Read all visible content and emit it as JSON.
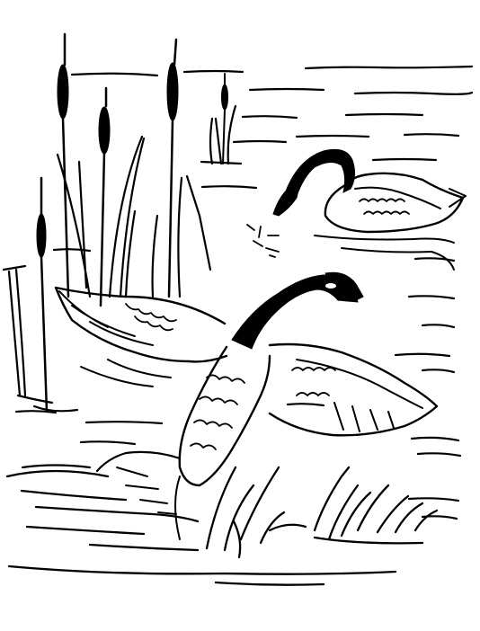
{
  "illustration": {
    "style": "black ink line drawing on white",
    "subjects": [
      "goose-flapping-wings",
      "goose-swimming",
      "cattails",
      "water-ripples",
      "shore-grass"
    ],
    "colors": {
      "ink": "#000000",
      "paper": "#ffffff"
    }
  }
}
